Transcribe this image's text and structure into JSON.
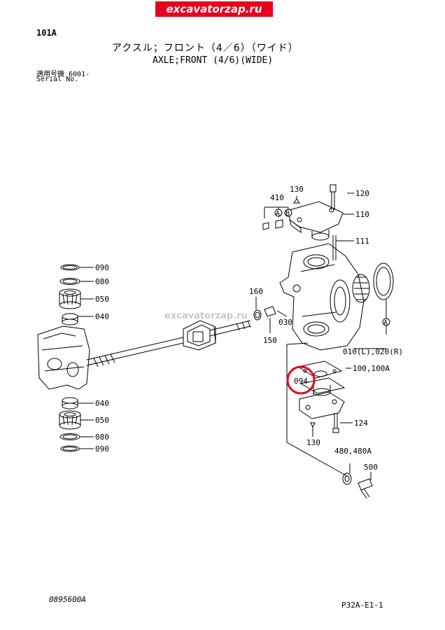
{
  "banner": "excavatorzap.ru",
  "page_id": "101A",
  "title_jp": "アクスル；フロント（4／6）（ワイド）",
  "title_en": "AXLE;FRONT (4/6)(WIDE)",
  "serial": {
    "line1": "適用号機  6001-",
    "line2": "Serial No."
  },
  "watermark": "excavatorzap.ru",
  "highlight_color": "#e8001c",
  "callouts": {
    "c120": "120",
    "c130_top": "130",
    "c410": "410",
    "c110": "110",
    "c111": "111",
    "c090_top": "090",
    "c080_top": "080",
    "c050_top": "050",
    "c040_top": "040",
    "c160": "160",
    "c030": "030",
    "c150": "150",
    "letter_A_top": "A",
    "letter_B": "B",
    "letter_A_ring": "A",
    "c010": "010(L),020(R)",
    "c100": "100,100A",
    "c094": "094",
    "c040_bot": "040",
    "c050_bot": "050",
    "c080_bot": "080",
    "c090_bot": "090",
    "c124": "124",
    "c130_bot": "130",
    "c480": "480,480A",
    "c500": "500"
  },
  "drawing_no": "0895600A",
  "sheet_no": "P32A-E1-1"
}
